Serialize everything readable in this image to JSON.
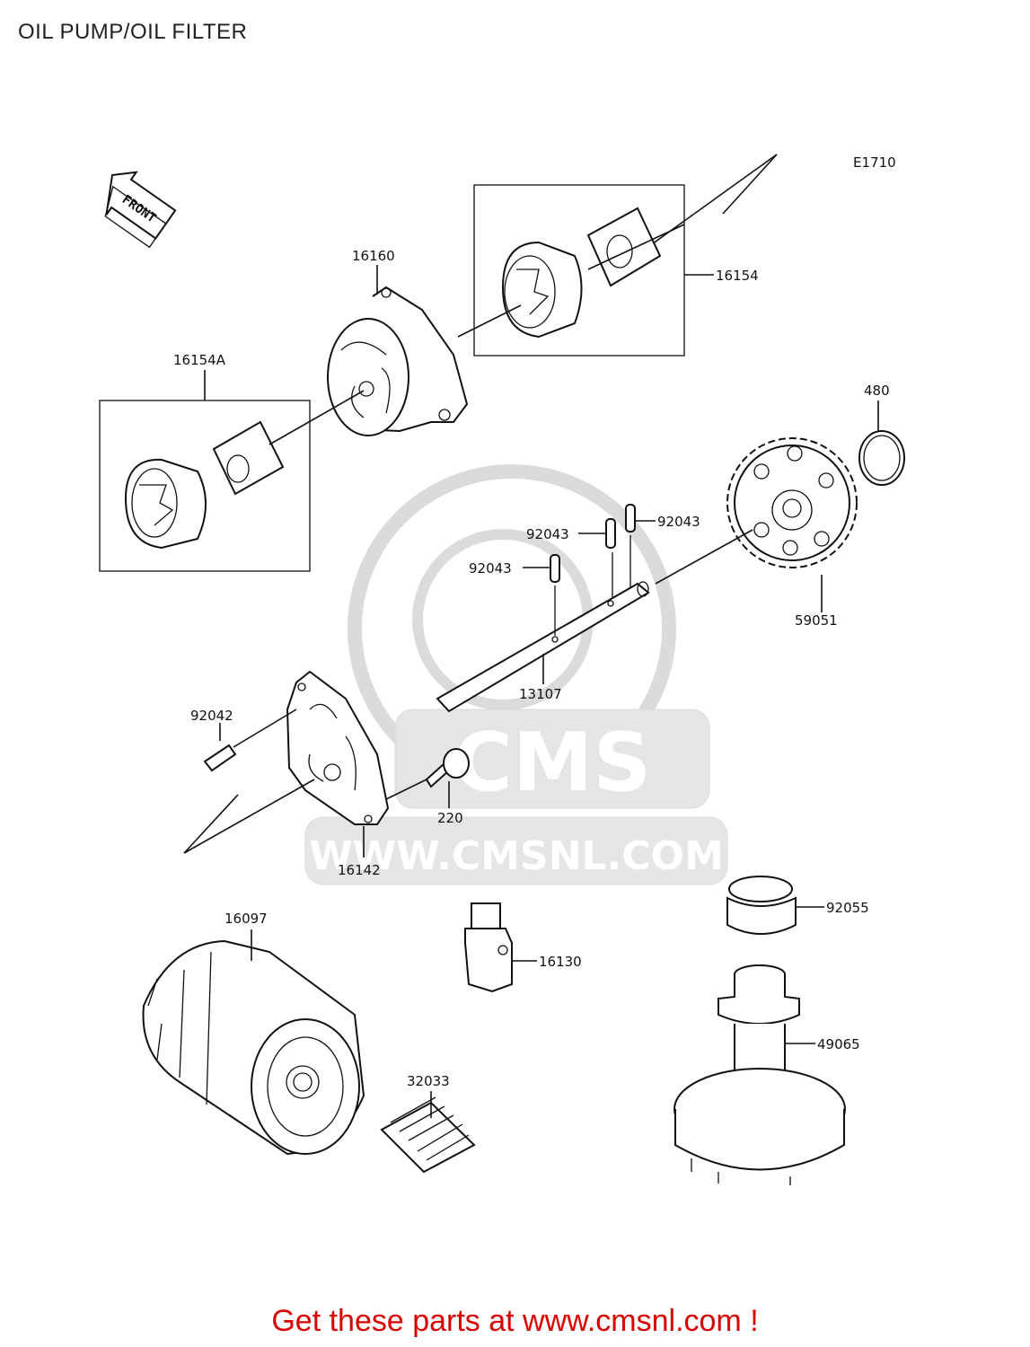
{
  "title": "OIL PUMP/OIL FILTER",
  "diagram_code": "E1710",
  "front_label": "FRONT",
  "watermark": {
    "brand": "CMS",
    "url": "WWW.CMSNL.COM"
  },
  "cta": "Get these parts at www.cmsnl.com !",
  "parts": {
    "p16160": "16160",
    "p16154": "16154",
    "p16154A": "16154A",
    "p480": "480",
    "p92043a": "92043",
    "p92043b": "92043",
    "p92043c": "92043",
    "p59051": "59051",
    "p13107": "13107",
    "p92042": "92042",
    "p220": "220",
    "p16142": "16142",
    "p16097": "16097",
    "p16130": "16130",
    "p92055": "92055",
    "p49065": "49065",
    "p32033": "32033"
  }
}
